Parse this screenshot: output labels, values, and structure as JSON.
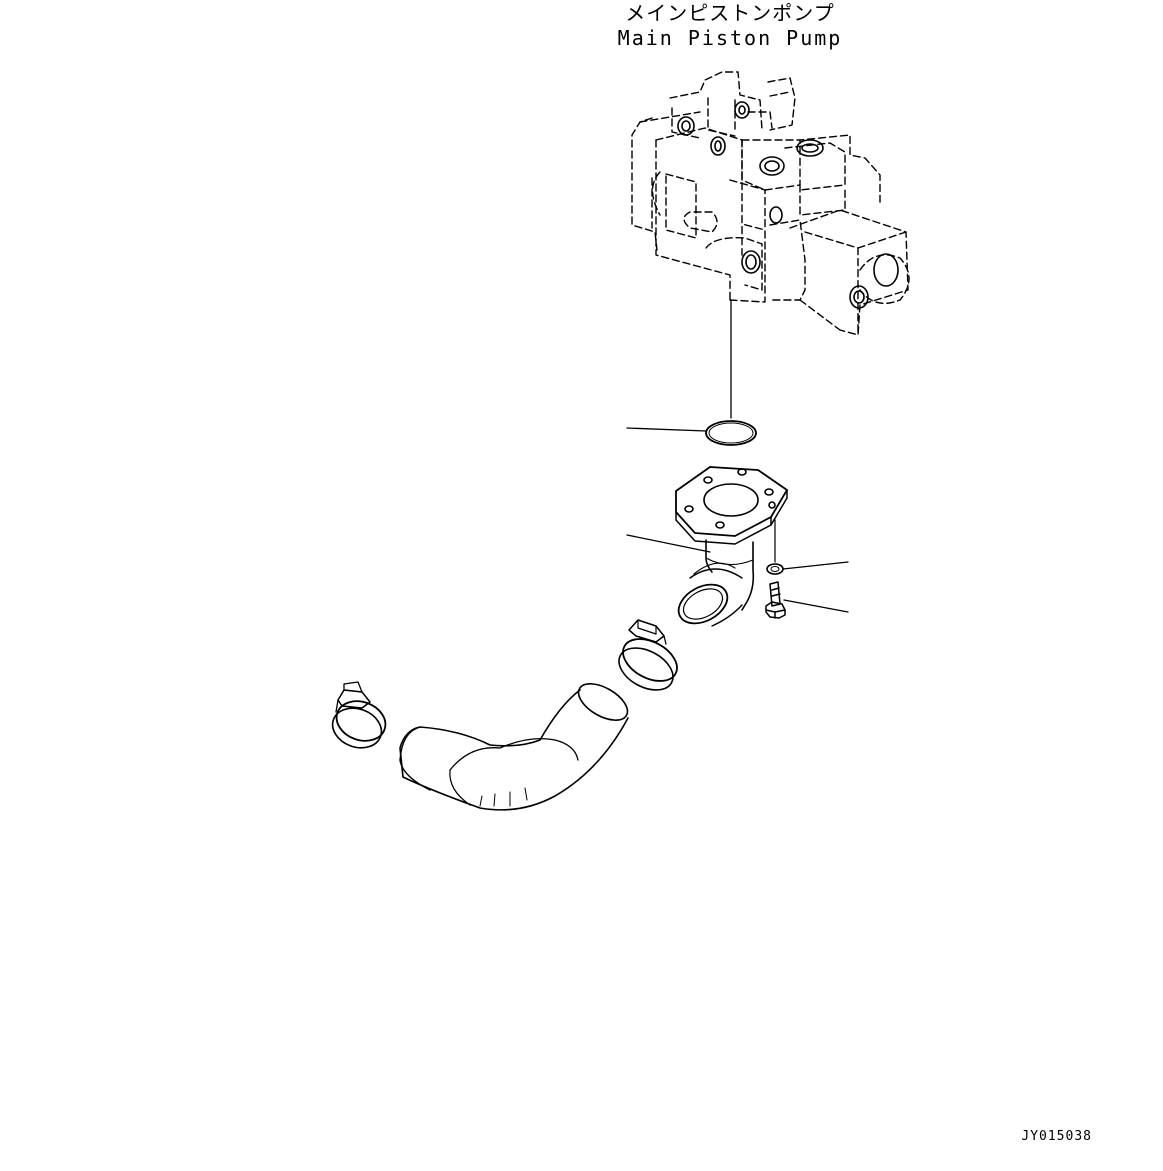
{
  "labels": {
    "component_jp": "メインピストンポンプ",
    "component_en": "Main Piston Pump",
    "drawing_id": "JY015038"
  },
  "colors": {
    "ink": "#000000",
    "paper": "#ffffff"
  }
}
